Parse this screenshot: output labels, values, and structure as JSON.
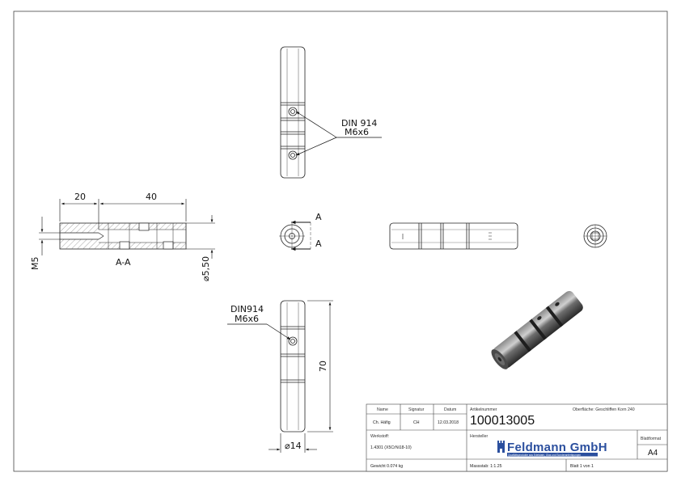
{
  "drawing": {
    "top_view_callout": {
      "line1": "DIN 914",
      "line2": "M6x6"
    },
    "side_view_callout": {
      "line1": "DIN914",
      "line2": "M6x6"
    },
    "section_view": {
      "dim_top_left": "20",
      "dim_top_right": "40",
      "dim_left": "M5",
      "dim_right": "⌀5,50",
      "label": "A-A"
    },
    "section_markers": {
      "upper": "A",
      "lower": "A"
    },
    "side_view_dims": {
      "height": "70",
      "diameter": "⌀14"
    }
  },
  "title_block": {
    "name_header": "Name",
    "signature_header": "Signatur",
    "date_header": "Datum",
    "name": "Ch. Häfig",
    "signature": "CH",
    "date": "12.03.2018",
    "article_label": "Artikelnummer",
    "article_number": "100013005",
    "surface": "Oberfläche: Geschliffen Korn 240",
    "material_label": "Werkstoff:",
    "material": "1.4301 (X5CrNi18-10)",
    "manufacturer_label": "Hersteller",
    "company": "Feldmann GmbH",
    "company_tagline": "Qualitätsprodukte aus Edelstahl, Glas und Sonderanfertigungen",
    "format_label": "Blattformat",
    "format": "A4",
    "weight": "Gewicht 0.074 kg",
    "scale": "Massstab: 1:1.25",
    "sheet": "Blatt 1 von 1"
  },
  "colors": {
    "line": "#222222",
    "hatch": "#555555",
    "render_dark": "#3c3c3c",
    "logo_blue": "#2b4f9e"
  }
}
